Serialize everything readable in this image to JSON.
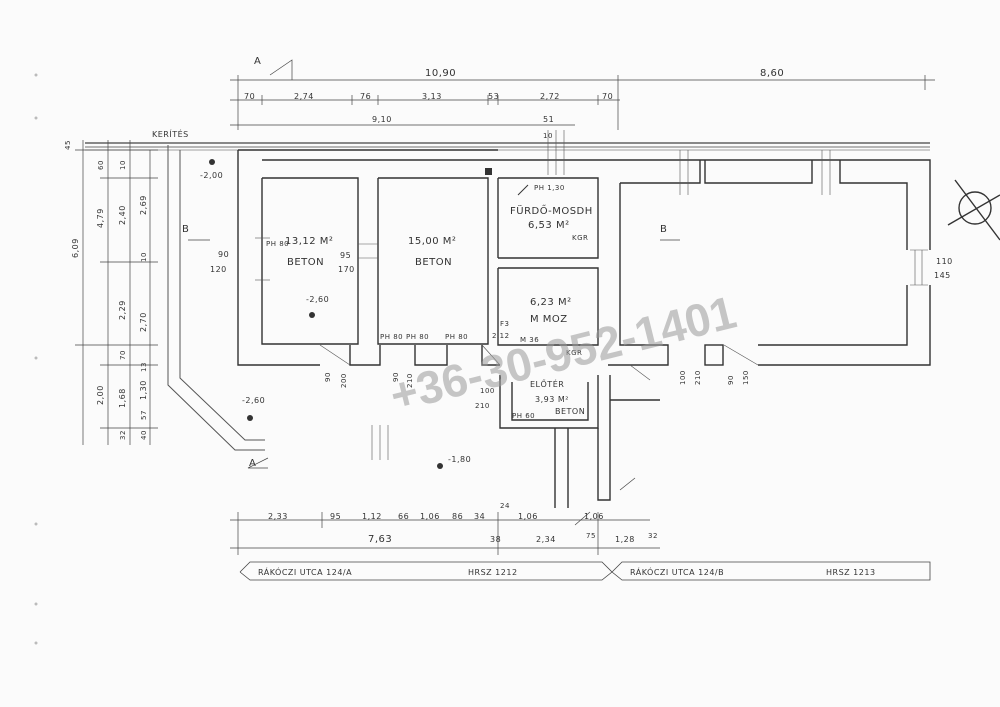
{
  "watermark": "+36-30-952-1401",
  "labels": {
    "fence": "KERÍTÉS",
    "section_a_top": "A",
    "section_a_bottom": "A",
    "section_b_left": "B",
    "section_b_right": "B"
  },
  "rooms": {
    "room1_area": "13,12 M²",
    "room1_floor": "BETON",
    "room2_area": "15,00 M²",
    "room2_floor": "BETON",
    "bath_name": "FÜRDŐ-MOSDH",
    "bath_area": "6,53 M²",
    "kitchen_area": "6,23 M²",
    "kitchen_floor": "M MOZ",
    "hall_name": "ELŐTÉR",
    "hall_area": "3,93 M²",
    "hall_floor": "BETON"
  },
  "levels": {
    "lv1": "-2,00",
    "lv2": "-2,60",
    "lv3": "-2,60",
    "lv4": "-1,80"
  },
  "openings": {
    "o1": "90",
    "o2": "120",
    "o3": "95",
    "o4": "170",
    "o5": "PH 80",
    "o6": "PH 80",
    "o7": "PH 80",
    "o8": "F3",
    "o9": "2,12",
    "o10": "PH 1,30",
    "o11": "KGR",
    "o12": "KGR",
    "o13": "M 36",
    "o14": "PH 60",
    "o15": "100",
    "o16": "210",
    "o17": "90",
    "o18": "200",
    "o19": "90",
    "o20": "210",
    "o21": "100",
    "o22": "210",
    "o23": "90",
    "o24": "150",
    "o25": "110",
    "o26": "145",
    "o27": "PH 80"
  },
  "dims_top": {
    "total_left": "10,90",
    "total_right": "8,60",
    "d1": "70",
    "d2": "2,74",
    "d3": "76",
    "d4": "3,13",
    "d5": "53",
    "d6": "2,72",
    "d7": "70",
    "d8": "9,10",
    "d9": "51",
    "d10": "10"
  },
  "dims_left": {
    "v1": "45",
    "v2": "6,09",
    "v3": "4,79",
    "v4": "60",
    "v5": "2,40",
    "v6": "2,69",
    "v7": "10",
    "v8": "2,29",
    "v9": "2,70",
    "v10": "10",
    "v11": "70",
    "v12": "2,00",
    "v13": "1,68",
    "v14": "1,30",
    "v15": "40",
    "v16": "57",
    "v17": "32",
    "v18": "13"
  },
  "dims_bottom": {
    "b1": "2,33",
    "b2": "95",
    "b3": "1,12",
    "b4": "66",
    "b5": "1,06",
    "b6": "86",
    "b7": "34",
    "b8": "1,06",
    "b9": "1,06",
    "b10": "24",
    "b11": "7,63",
    "b12": "38",
    "b13": "2,34",
    "b14": "75",
    "b15": "1,28",
    "b16": "32"
  },
  "footer": {
    "left_street": "RÁKÓCZI UTCA 124/A",
    "left_hrsz": "HRSZ 1212",
    "right_street": "RÁKÓCZI UTCA 124/B",
    "right_hrsz": "HRSZ 1213"
  }
}
